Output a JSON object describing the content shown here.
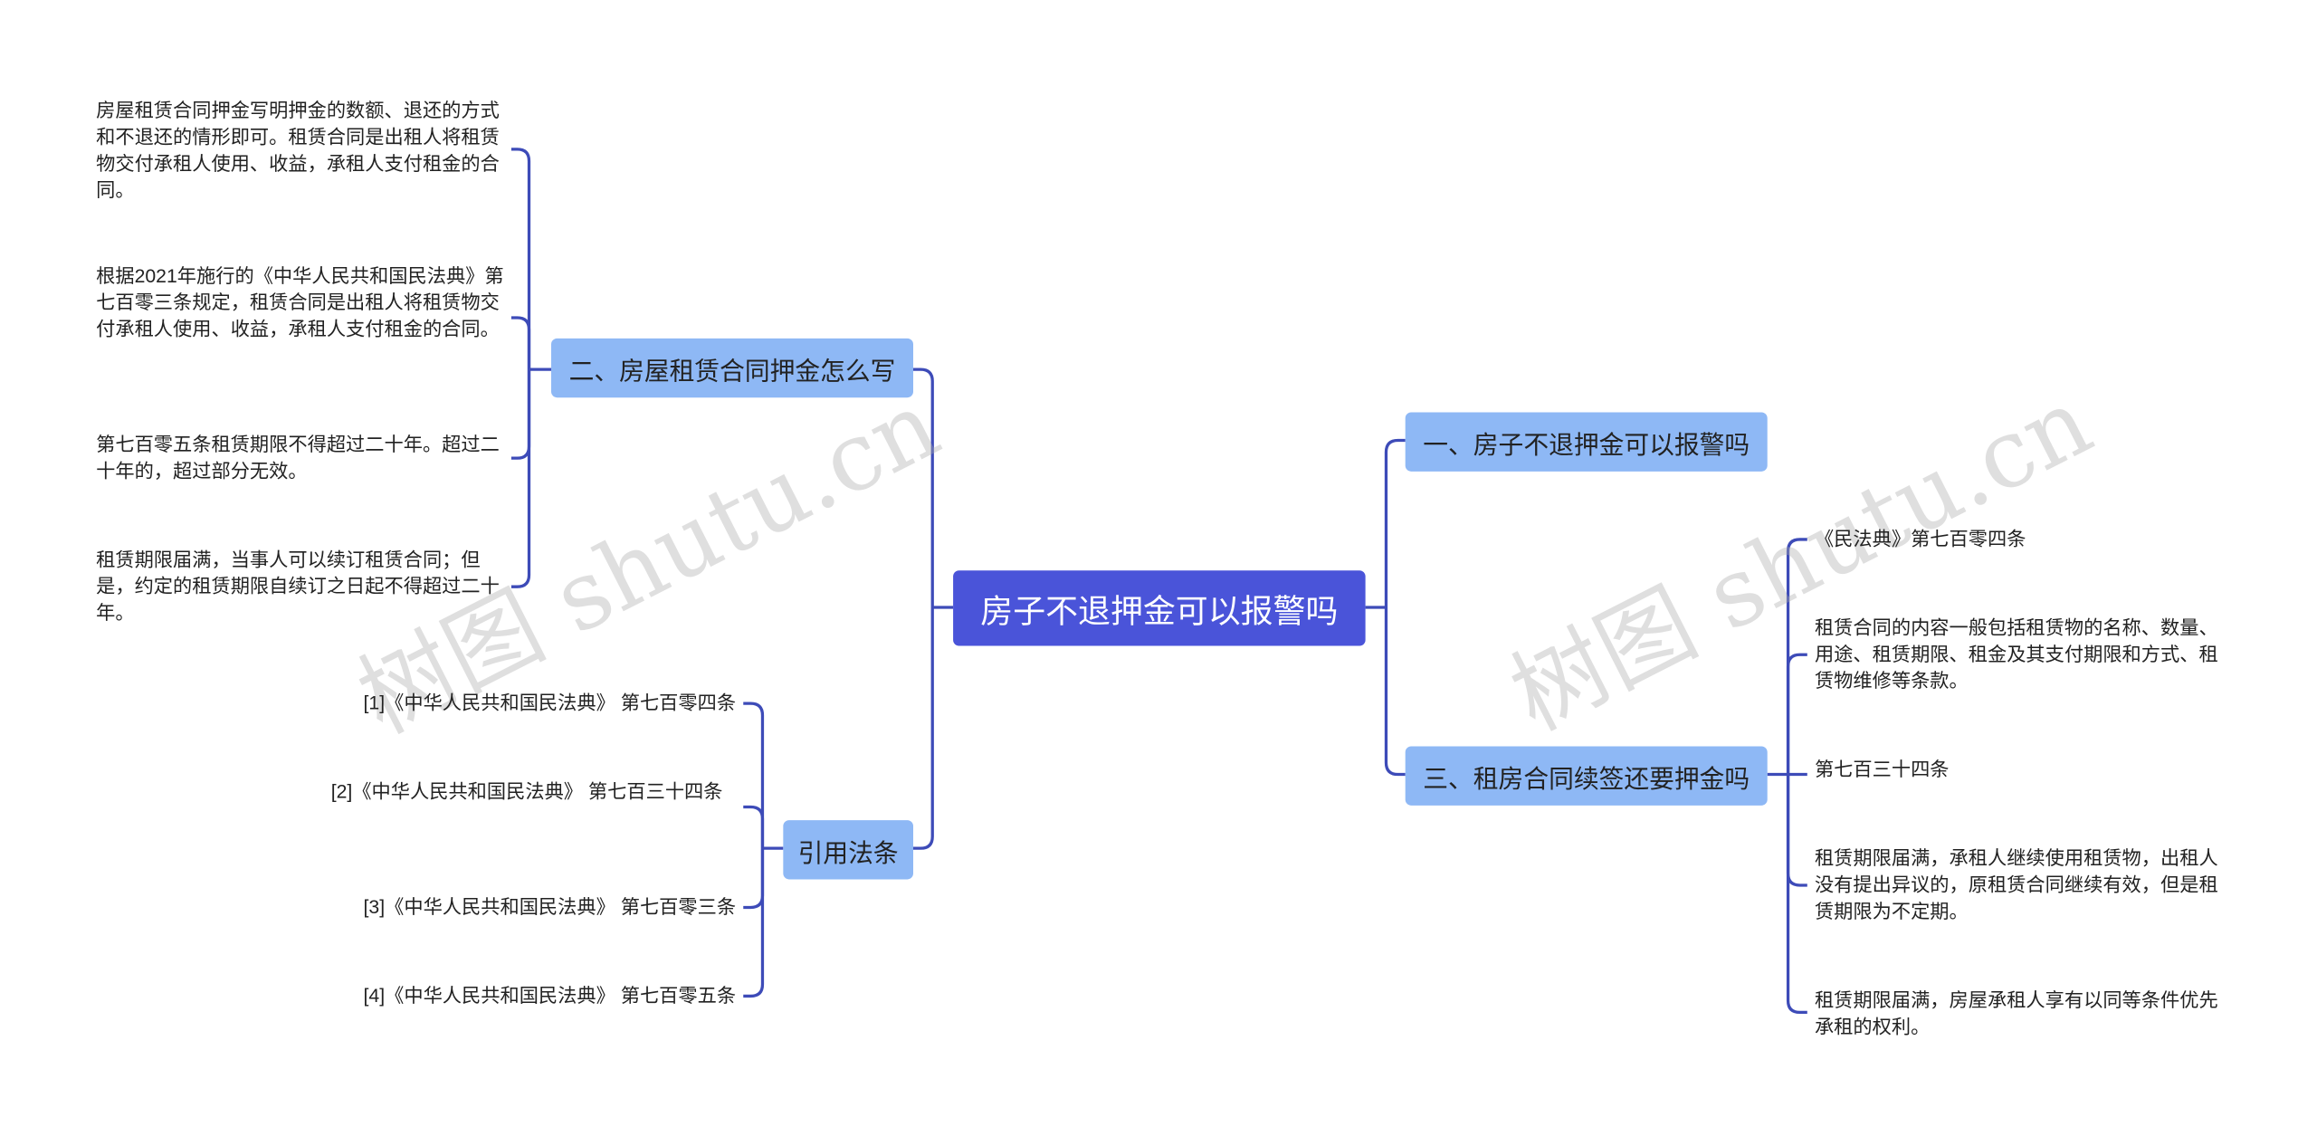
{
  "root": "房子不退押金可以报警吗",
  "branches": {
    "b1": "一、房子不退押金可以报警吗",
    "b2": "二、房屋租赁合同押金怎么写",
    "b3": "三、租房合同续签还要押金吗",
    "b4": "引用法条"
  },
  "leaves_b2": [
    "房屋租赁合同押金写明押金的数额、退还的方式和不退还的情形即可。租赁合同是出租人将租赁物交付承租人使用、收益，承租人支付租金的合同。",
    "根据2021年施行的《中华人民共和国民法典》第七百零三条规定，租赁合同是出租人将租赁物交付承租人使用、收益，承租人支付租金的合同。",
    "第七百零五条租赁期限不得超过二十年。超过二十年的，超过部分无效。",
    "租赁期限届满，当事人可以续订租赁合同；但是，约定的租赁期限自续订之日起不得超过二十年。"
  ],
  "leaves_b4": [
    "[1]《中华人民共和国民法典》 第七百零四条",
    "[2]《中华人民共和国民法典》 第七百三十四条",
    "[3]《中华人民共和国民法典》 第七百零三条",
    "[4]《中华人民共和国民法典》 第七百零五条"
  ],
  "leaves_b3": [
    "《民法典》第七百零四条",
    "租赁合同的内容一般包括租赁物的名称、数量、用途、租赁期限、租金及其支付期限和方式、租赁物维修等条款。",
    "第七百三十四条",
    "租赁期限届满，承租人继续使用租赁物，出租人没有提出异议的，原租赁合同继续有效，但是租赁期限为不定期。",
    "租赁期限届满，房屋承租人享有以同等条件优先承租的权利。"
  ],
  "watermark": "树图 shutu.cn",
  "colors": {
    "root": "#4a54d9",
    "branch": "#8eb8f5",
    "line": "#3d4bb8"
  }
}
